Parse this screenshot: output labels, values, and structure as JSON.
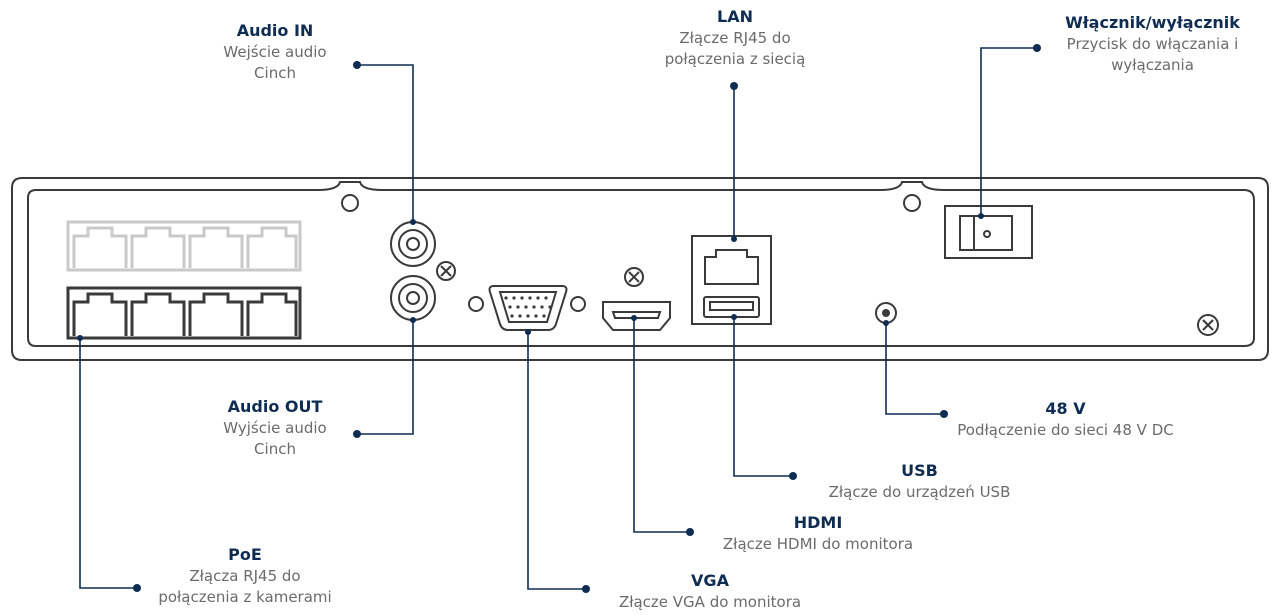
{
  "labels": {
    "audio_in": {
      "title": "Audio IN",
      "desc": [
        "Wejście audio",
        "Cinch"
      ]
    },
    "lan": {
      "title": "LAN",
      "desc": [
        "Złącze RJ45 do",
        "połączenia z siecią"
      ]
    },
    "power": {
      "title": "Włącznik/wyłącznik",
      "desc": [
        "Przycisk do włączania i",
        "wyłączania"
      ]
    },
    "audio_out": {
      "title": "Audio OUT",
      "desc": [
        "Wyjście audio",
        "Cinch"
      ]
    },
    "v48": {
      "title": "48 V",
      "desc": [
        "Podłączenie do sieci 48 V DC"
      ]
    },
    "usb": {
      "title": "USB",
      "desc": [
        "Złącze do urządzeń USB"
      ]
    },
    "hdmi": {
      "title": "HDMI",
      "desc": [
        "Złącze HDMI do monitora"
      ]
    },
    "poe": {
      "title": "PoE",
      "desc": [
        "Złącza RJ45 do",
        "połączenia z kamerami"
      ]
    },
    "vga": {
      "title": "VGA",
      "desc": [
        "Złącze VGA do monitora"
      ]
    }
  },
  "colors": {
    "line": "#0f2d52",
    "device": "#3a3a3a",
    "title": "#0f2d52",
    "desc": "#6b6b6b",
    "port_faded": "#c9c9c9"
  }
}
